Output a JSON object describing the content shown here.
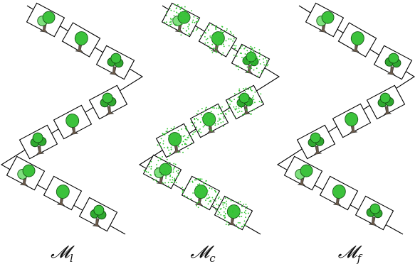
{
  "panels": [
    {
      "id": "Ml",
      "label": {
        "main": "𝓜",
        "sub": "l"
      }
    },
    {
      "id": "Mc",
      "label": {
        "main": "𝓜",
        "sub": "c"
      }
    },
    {
      "id": "Mf",
      "label": {
        "main": "𝓜",
        "sub": "f"
      }
    }
  ],
  "colors": {
    "tree_green": "#3cc23c",
    "tree_dark": "#1f7a1f",
    "trunk": "#6b5a4a",
    "stroke": "#000000",
    "dots": "#2ec42e"
  }
}
